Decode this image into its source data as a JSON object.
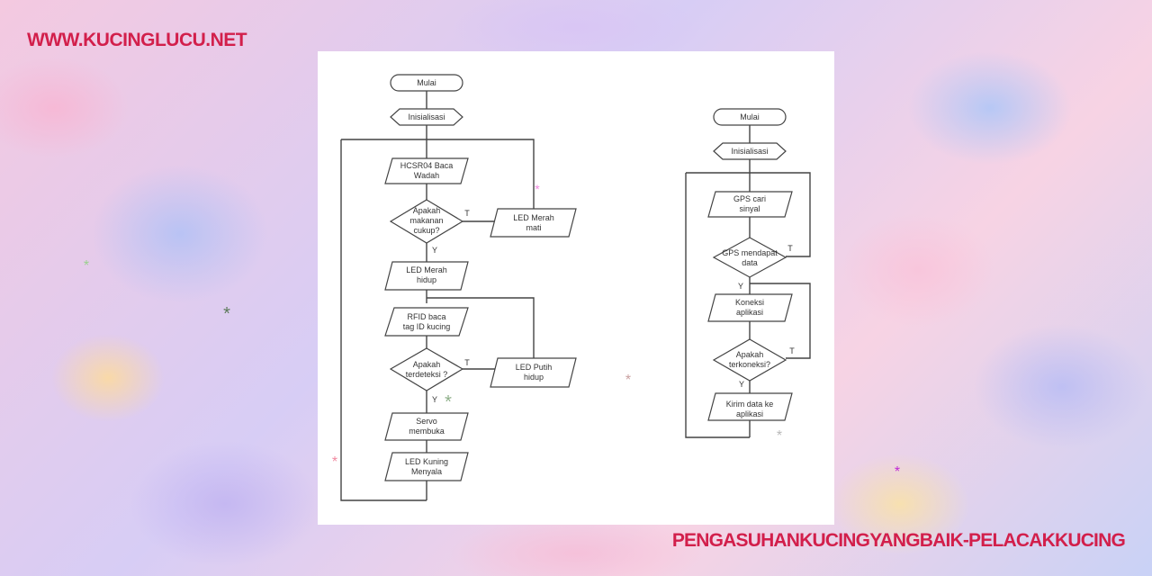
{
  "header": {
    "site": "WWW.KUCINGLUCU.NET"
  },
  "footer": {
    "tag": "PENGASUHANKUCINGYANGBAIK-PELACAKKUCING"
  },
  "flow_left": {
    "start": "Mulai",
    "init": "Inisialisasi",
    "read1": "HCSR04 Baca",
    "read2": "Wadah",
    "dec1_1": "Apakah",
    "dec1_2": "makanan",
    "dec1_3": "cukup?",
    "red_off1": "LED Merah",
    "red_off2": "mati",
    "red_on1": "LED Merah",
    "red_on2": "hidup",
    "rfid1": "RFID baca",
    "rfid2": "tag ID kucing",
    "dec2_1": "Apakah",
    "dec2_2": "terdeteksi ?",
    "white1": "LED Putih",
    "white2": "hidup",
    "servo1": "Servo",
    "servo2": "membuka",
    "yellow1": "LED Kuning",
    "yellow2": "Menyala",
    "yes": "Y",
    "no": "T"
  },
  "flow_right": {
    "start": "Mulai",
    "init": "Inisialisasi",
    "gps1": "GPS cari",
    "gps2": "sinyal",
    "dec1_1": "GPS mendapat",
    "dec1_2": "data",
    "conn1": "Koneksi",
    "conn2": "aplikasi",
    "dec2_1": "Apakah",
    "dec2_2": "terkoneksi?",
    "send1": "Kirim data ke",
    "send2": "aplikasi",
    "yes": "Y",
    "no": "T"
  }
}
